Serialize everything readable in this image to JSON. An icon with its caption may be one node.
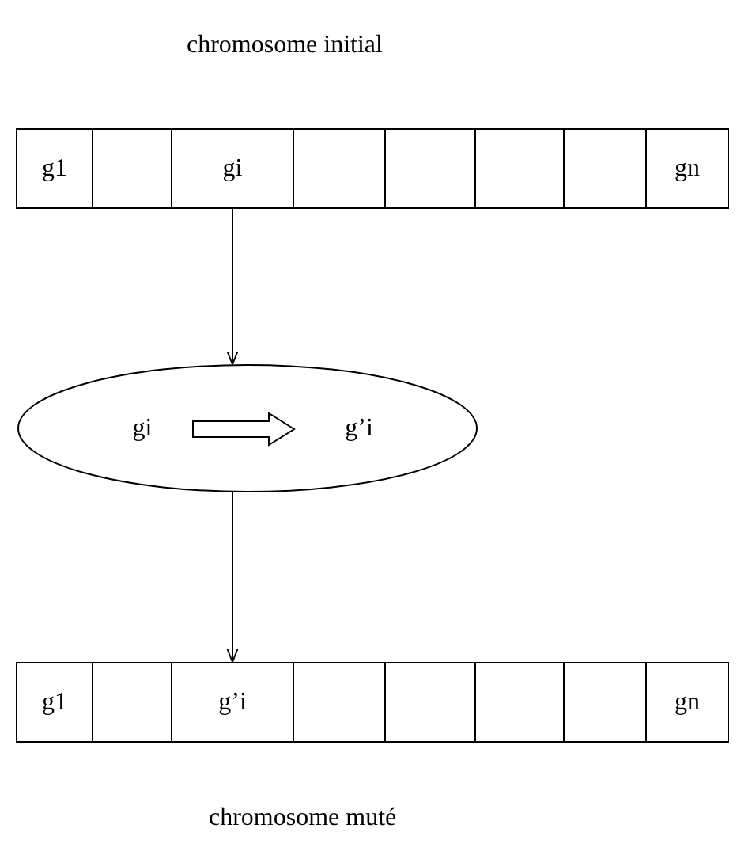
{
  "diagram": {
    "nodes": [
      {
        "text": [
          "g1"
        ]
      },
      {
        "text": [],
        "shape": "box"
      },
      {
        "text": [
          "gi"
        ]
      },
      {
        "text": [],
        "shape": "box"
      },
      {
        "text": [],
        "shape": "box"
      },
      {
        "text": [],
        "shape": "box"
      },
      {
        "text": [],
        "shape": "box"
      },
      {
        "text": [
          "gn"
        ]
      },
      {
        "text": [],
        "shape": "ellipse"
      },
      {
        "text": [
          "gi"
        ],
        "in": 8
      },
      {
        "text": [
          "g’i"
        ],
        "in": 8
      },
      {
        "text": [
          "g1"
        ]
      },
      {
        "text": [],
        "shape": "box"
      },
      {
        "text": [
          "g’i"
        ]
      },
      {
        "text": [],
        "shape": "box"
      },
      {
        "text": [],
        "shape": "box"
      },
      {
        "text": [],
        "shape": "box"
      },
      {
        "text": [],
        "shape": "box"
      },
      {
        "text": [
          "gn"
        ]
      }
    ],
    "edges": [
      {
        "from": 2,
        "to": 8,
        "arrow": "to"
      },
      {
        "from": 9,
        "to": 10,
        "arrow": "to",
        "style": "thick"
      },
      {
        "from": 8,
        "to": 13,
        "arrow": "to"
      }
    ],
    "labels": [
      "chromosome initial",
      "chromosome muté"
    ]
  }
}
